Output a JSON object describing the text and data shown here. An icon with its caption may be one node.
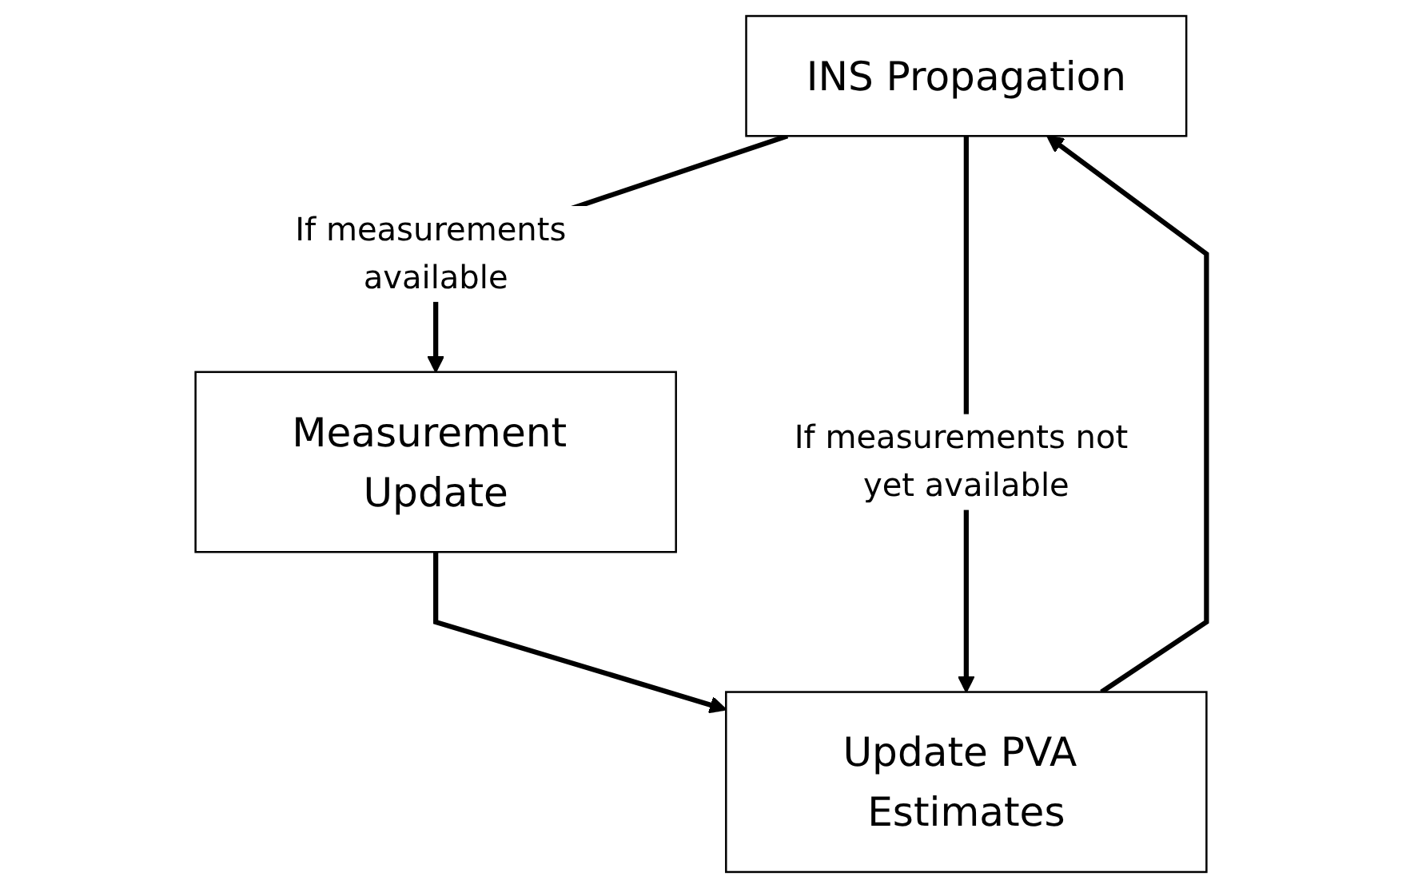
{
  "diagram": {
    "nodes": [
      {
        "text": [
          "INS Propagation"
        ]
      },
      {
        "text": [
          "Measurement Update"
        ]
      },
      {
        "text": [
          "Update PVA Estimates"
        ]
      }
    ],
    "edges": [
      {
        "from": 0,
        "to": 1,
        "arrow": "to",
        "label": "If measurements available"
      },
      {
        "from": 1,
        "to": 2,
        "arrow": "to"
      },
      {
        "from": 0,
        "to": 2,
        "arrow": "to",
        "label": "If measurements not yet available"
      },
      {
        "from": 2,
        "to": 0,
        "arrow": "to"
      }
    ]
  }
}
